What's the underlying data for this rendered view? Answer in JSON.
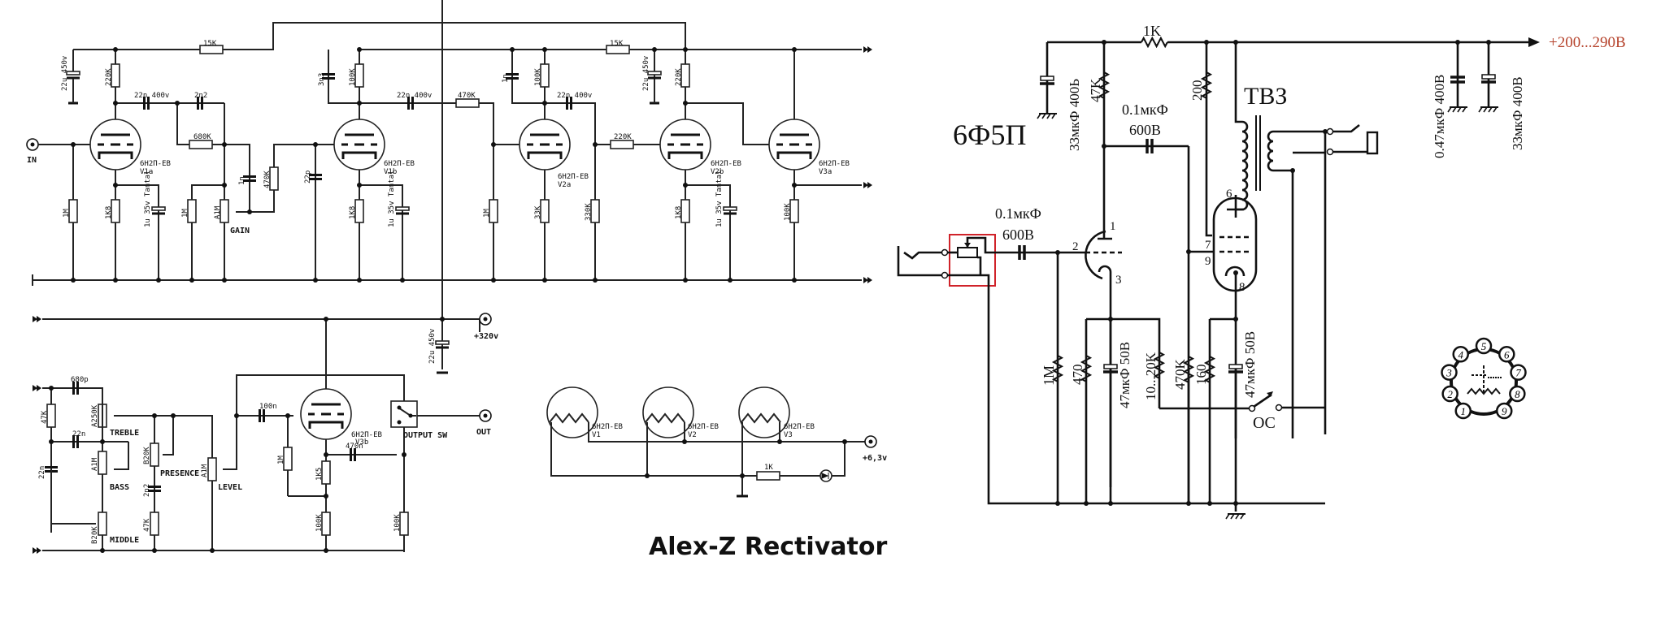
{
  "left_schematic": {
    "title": "Alex-Z Rectivator",
    "preamp": {
      "input_label": "IN",
      "top_resistors": [
        "15K",
        "15K"
      ],
      "filter_caps": [
        "22u 450v",
        "22u 450v"
      ],
      "plate_resistors": [
        "220K",
        "100K",
        "100K",
        "220K"
      ],
      "coupling_caps": [
        "22n 400v",
        "22n 400v",
        "22n 400v"
      ],
      "bright_cap": "2n2",
      "bypass_caps": [
        "3n3",
        "1n"
      ],
      "mix_resistor": "680K",
      "grid_resistors": [
        "1M",
        "1M",
        "1M"
      ],
      "cathode_resistors": [
        "1K8",
        "1K8",
        "33K",
        "1K8"
      ],
      "cathode_caps": [
        "1u 35v Tantal",
        "1u 35v Tantal",
        "1u 35v Tantal"
      ],
      "gain_pot": "A1M",
      "gain_label": "GAIN",
      "gain_cap": "1n",
      "series_resistors": [
        "470K",
        "470K",
        "220K"
      ],
      "grid_cap": "22p",
      "divider_resistor": "330K",
      "follower_resistor": "100K",
      "tubes": [
        {
          "type": "6H2П-EB",
          "ref": "V1a"
        },
        {
          "type": "6H2П-EB",
          "ref": "V1b"
        },
        {
          "type": "6H2П-EB",
          "ref": "V2a"
        },
        {
          "type": "6H2П-EB",
          "ref": "V2b"
        },
        {
          "type": "6H2П-EB",
          "ref": "V3a"
        }
      ]
    },
    "tonestack": {
      "treble_cap": "680p",
      "slope_resistor": "47K",
      "bass_cap": "22n",
      "mid_cap": "22n",
      "treble_pot": "A250K",
      "treble_label": "TREBLE",
      "bass_pot": "A1M",
      "bass_label": "BASS",
      "middle_pot": "B20K",
      "middle_label": "MIDDLE",
      "presence_pot": "B20K",
      "presence_label": "PRESENCE",
      "presence_cap": "2n2",
      "presence_resistor": "47K",
      "level_pot": "A1M",
      "level_label": "LEVEL",
      "level_cap": "100n",
      "grid_resistor": "1M",
      "cathode_resistor": "1K5",
      "load_resistors": [
        "100K",
        "100K"
      ],
      "output_cap": "470n",
      "supply_cap": "22u 450v",
      "supply_label": "+320v",
      "output_label": "OUT",
      "switch_label": "OUTPUT SW",
      "tube": {
        "type": "6H2П-EB",
        "ref": "V3b"
      }
    },
    "heaters": {
      "tubes": [
        {
          "type": "6H2П-EB",
          "ref": "V1"
        },
        {
          "type": "6H2П-EB",
          "ref": "V2"
        },
        {
          "type": "6H2П-EB",
          "ref": "V3"
        }
      ],
      "resistor": "1K",
      "supply_label": "+6,3v"
    }
  },
  "right_schematic": {
    "tube_label": "6Ф5П",
    "transformer_label": "ТВЗ",
    "supply_label": "+200...290В",
    "supply_color": "#b5412a",
    "highlight_color": "#d0232a",
    "series_resistor": "1K",
    "filter_cap": "33мкФ 400Ь",
    "plate_resistor": "47K",
    "screen_resistor": "200",
    "coupling_cap": {
      "value": "0.1мкФ",
      "voltage": "600В"
    },
    "input_cap": {
      "value": "0.1мкФ",
      "voltage": "600В"
    },
    "grid_resistor": "1M",
    "cathode_resistor_triode": "470",
    "cathode_cap_triode": "47мкФ 50В",
    "feedback_resistor": "10...20K",
    "pentode_grid_resistor": "470K",
    "cathode_resistor_pentode": "160",
    "cathode_cap_pentode": "47мкФ 50В",
    "output_caps": [
      "0.47мкФ 400В",
      "33мкФ 400В"
    ],
    "switch_label": "OC",
    "pin_numbers": [
      "1",
      "2",
      "3",
      "6",
      "7",
      "8",
      "9"
    ],
    "pinout_numbers": [
      "1",
      "2",
      "3",
      "4",
      "5",
      "6",
      "7",
      "8",
      "9"
    ]
  }
}
